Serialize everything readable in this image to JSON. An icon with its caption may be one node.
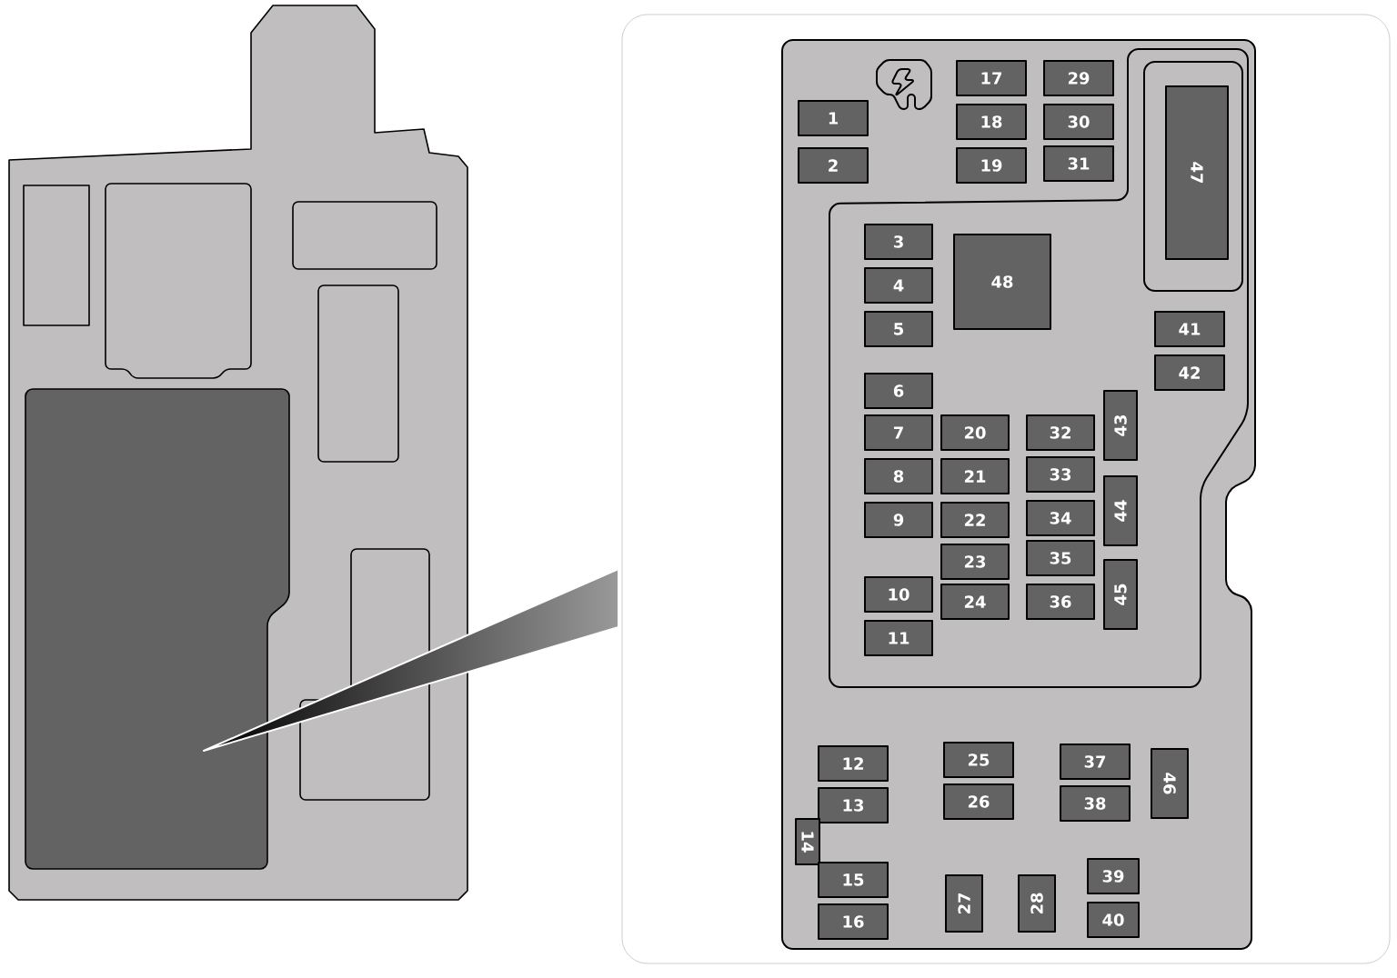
{
  "diagram": {
    "nodes": [
      {
        "text": [
          "1"
        ]
      },
      {
        "text": [
          "2"
        ]
      },
      {
        "text": [
          "3"
        ]
      },
      {
        "text": [
          "4"
        ]
      },
      {
        "text": [
          "5"
        ]
      },
      {
        "text": [
          "6"
        ]
      },
      {
        "text": [
          "7"
        ]
      },
      {
        "text": [
          "8"
        ]
      },
      {
        "text": [
          "9"
        ]
      },
      {
        "text": [
          "10"
        ]
      },
      {
        "text": [
          "11"
        ]
      },
      {
        "text": [
          "12"
        ]
      },
      {
        "text": [
          "13"
        ]
      },
      {
        "text": [
          "14"
        ]
      },
      {
        "text": [
          "15"
        ]
      },
      {
        "text": [
          "16"
        ]
      },
      {
        "text": [
          "17"
        ]
      },
      {
        "text": [
          "18"
        ]
      },
      {
        "text": [
          "19"
        ]
      },
      {
        "text": [
          "20"
        ]
      },
      {
        "text": [
          "21"
        ]
      },
      {
        "text": [
          "22"
        ]
      },
      {
        "text": [
          "23"
        ]
      },
      {
        "text": [
          "24"
        ]
      },
      {
        "text": [
          "25"
        ]
      },
      {
        "text": [
          "26"
        ]
      },
      {
        "text": [
          "27"
        ]
      },
      {
        "text": [
          "28"
        ]
      },
      {
        "text": [
          "29"
        ]
      },
      {
        "text": [
          "30"
        ]
      },
      {
        "text": [
          "31"
        ]
      },
      {
        "text": [
          "32"
        ]
      },
      {
        "text": [
          "33"
        ]
      },
      {
        "text": [
          "34"
        ]
      },
      {
        "text": [
          "35"
        ]
      },
      {
        "text": [
          "36"
        ]
      },
      {
        "text": [
          "37"
        ]
      },
      {
        "text": [
          "38"
        ]
      },
      {
        "text": [
          "39"
        ]
      },
      {
        "text": [
          "40"
        ]
      },
      {
        "text": [
          "41"
        ]
      },
      {
        "text": [
          "42"
        ]
      },
      {
        "text": [
          "43"
        ]
      },
      {
        "text": [
          "44"
        ]
      },
      {
        "text": [
          "45"
        ]
      },
      {
        "text": [
          "46"
        ]
      },
      {
        "text": [
          "47"
        ]
      },
      {
        "text": [
          "48"
        ]
      }
    ]
  }
}
